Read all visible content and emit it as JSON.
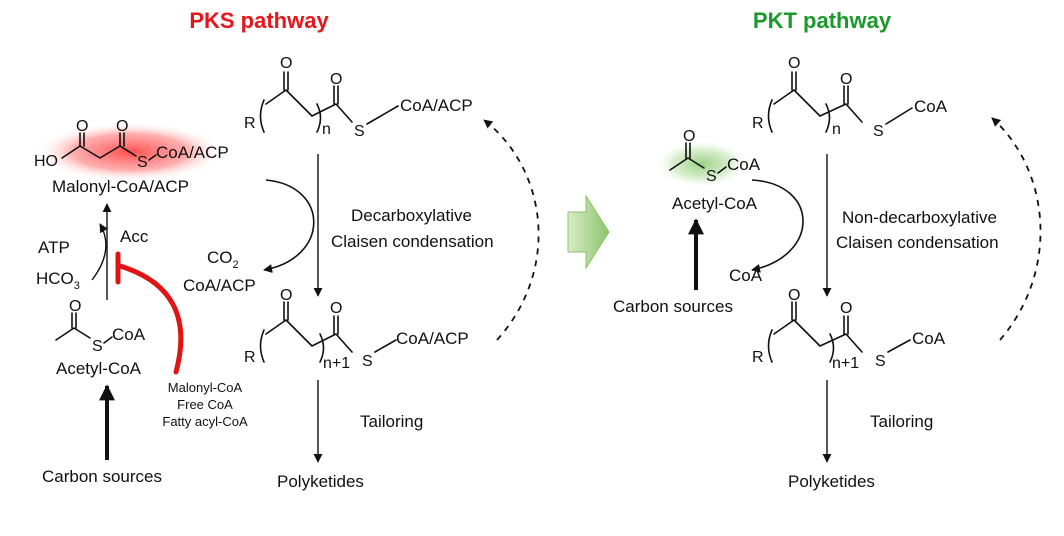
{
  "colors": {
    "pks_title": "#e8161b",
    "pkt_title": "#1a9a2a",
    "inhibit": "#e01414",
    "malonyl_glow": "#ff4d4d",
    "acetyl_glow": "#9ed48a",
    "transition_arrow": "#9fcf7e"
  },
  "pks": {
    "title": "PKS pathway",
    "malonyl": {
      "ho": "HO",
      "o1": "O",
      "o2": "O",
      "s": "S",
      "coa": "CoA/ACP",
      "name": "Malonyl-CoA/ACP"
    },
    "acc": {
      "atp": "ATP",
      "hco3": "HCO",
      "hco3_sub": "3",
      "label": "Acc"
    },
    "acetyl": {
      "o": "O",
      "s": "S",
      "coa": "CoA",
      "name": "Acetyl-CoA"
    },
    "inhibitors": [
      "Malonyl-CoA",
      "Free CoA",
      "Fatty acyl-CoA"
    ],
    "carbon_sources": "Carbon sources",
    "top": {
      "r": "R",
      "o1": "O",
      "o2": "O",
      "n": "n",
      "s": "S",
      "coa": "CoA/ACP"
    },
    "condensation": [
      "Decarboxylative",
      "Claisen condensation"
    ],
    "byproducts": {
      "co": "CO",
      "co_sub": "2",
      "coa": "CoA/ACP"
    },
    "bottom": {
      "r": "R",
      "o1": "O",
      "o2": "O",
      "n": "n+1",
      "s": "S",
      "coa": "CoA/ACP"
    },
    "tailoring": "Tailoring",
    "product": "Polyketides"
  },
  "pkt": {
    "title": "PKT pathway",
    "acetyl": {
      "o": "O",
      "s": "S",
      "coa": "CoA",
      "name": "Acetyl-CoA"
    },
    "carbon_sources": "Carbon sources",
    "top": {
      "r": "R",
      "o1": "O",
      "o2": "O",
      "n": "n",
      "s": "S",
      "coa": "CoA"
    },
    "condensation": [
      "Non-decarboxylative",
      "Claisen condensation"
    ],
    "byproduct": "CoA",
    "bottom": {
      "r": "R",
      "o1": "O",
      "o2": "O",
      "n": "n+1",
      "s": "S",
      "coa": "CoA"
    },
    "tailoring": "Tailoring",
    "product": "Polyketides"
  }
}
